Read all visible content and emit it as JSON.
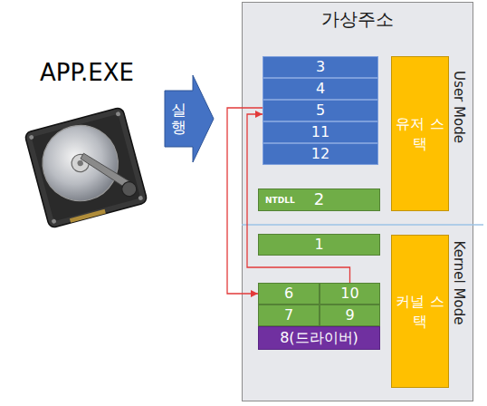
{
  "diagram": {
    "nodes": [
      {
        "text": [
          "실행"
        ]
      },
      {
        "text": [
          "가상주소"
        ]
      },
      {
        "text": [
          "3"
        ],
        "in": 1
      },
      {
        "text": [
          "4"
        ],
        "in": 1
      },
      {
        "text": [
          "5"
        ],
        "in": 1
      },
      {
        "text": [
          "11"
        ],
        "in": 1
      },
      {
        "text": [
          "12"
        ],
        "in": 1
      },
      {
        "text": [
          "유저 스택"
        ],
        "in": 1
      },
      {
        "text": [
          "NTDLL",
          "2"
        ],
        "in": 1
      },
      {
        "text": [
          "1"
        ],
        "in": 1
      },
      {
        "text": [
          "6"
        ],
        "in": 1
      },
      {
        "text": [
          "10"
        ],
        "in": 1
      },
      {
        "text": [
          "7"
        ],
        "in": 1
      },
      {
        "text": [
          "9"
        ],
        "in": 1
      },
      {
        "text": [
          "8(드라이버)"
        ],
        "in": 1
      },
      {
        "text": [
          "커널 스택"
        ],
        "in": 1
      }
    ],
    "edges": [
      {
        "from": 4,
        "to": 10,
        "arrow": "to"
      },
      {
        "from": 11,
        "to": 4,
        "arrow": "to"
      }
    ],
    "labels": [
      "APP.EXE",
      "User Mode",
      "Kernel Mode"
    ]
  }
}
